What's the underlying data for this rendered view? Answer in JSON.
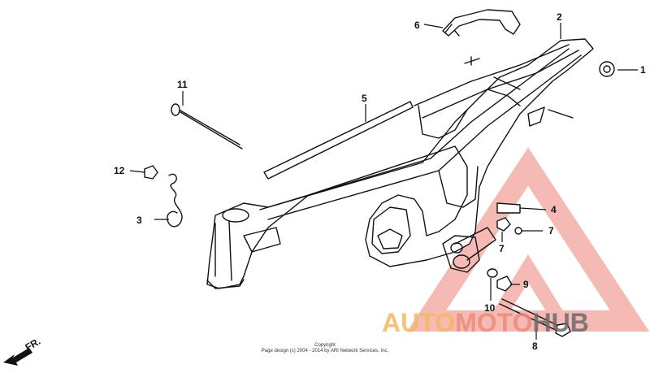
{
  "callouts": [
    {
      "id": "1",
      "label": "1"
    },
    {
      "id": "2",
      "label": "2"
    },
    {
      "id": "3",
      "label": "3"
    },
    {
      "id": "4",
      "label": "4"
    },
    {
      "id": "5",
      "label": "5"
    },
    {
      "id": "6",
      "label": "6"
    },
    {
      "id": "7a",
      "label": "7"
    },
    {
      "id": "7b",
      "label": "7"
    },
    {
      "id": "8",
      "label": "8"
    },
    {
      "id": "9",
      "label": "9"
    },
    {
      "id": "10",
      "label": "10"
    },
    {
      "id": "11",
      "label": "11"
    },
    {
      "id": "12",
      "label": "12"
    }
  ],
  "direction_label": "FR.",
  "copyright": {
    "line1": "Copyright",
    "line2": "Page design (c) 2004 - 2014 by ARI Network Services, Inc."
  },
  "watermark": {
    "brand": "AUTOMOTOHUB",
    "colors": {
      "auto": "#f4b860",
      "moto": "#ef8a7a",
      "hub": "#6b6b6b",
      "triangle": "#f1a39a"
    }
  }
}
